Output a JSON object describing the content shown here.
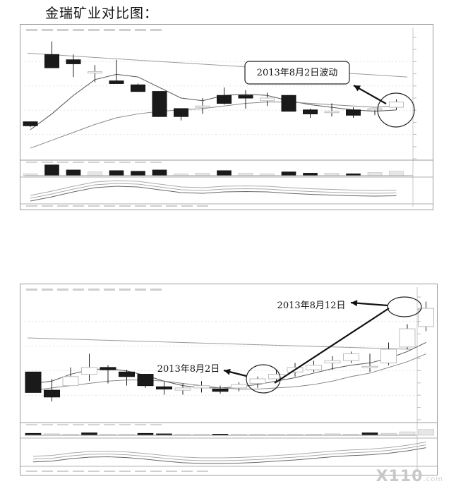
{
  "page": {
    "title": "金瑞矿业对比图："
  },
  "watermark": {
    "main": "X110",
    "sub": ".com"
  },
  "chart_data": [
    {
      "type": "candlestick",
      "price_range": [
        3.9,
        8.5
      ],
      "candles": [
        {
          "o": 5.3,
          "h": 5.3,
          "l": 5.1,
          "c": 5.15
        },
        {
          "o": 7.85,
          "h": 8.35,
          "l": 7.35,
          "c": 7.35
        },
        {
          "o": 7.65,
          "h": 7.85,
          "l": 7.0,
          "c": 7.5
        },
        {
          "o": 7.2,
          "h": 7.45,
          "l": 6.8,
          "c": 7.2
        },
        {
          "o": 6.85,
          "h": 7.65,
          "l": 6.75,
          "c": 6.75
        },
        {
          "o": 6.7,
          "h": 6.75,
          "l": 6.45,
          "c": 6.45
        },
        {
          "o": 6.45,
          "h": 6.45,
          "l": 5.5,
          "c": 5.5
        },
        {
          "o": 5.8,
          "h": 5.8,
          "l": 5.35,
          "c": 5.5
        },
        {
          "o": 5.9,
          "h": 6.2,
          "l": 5.6,
          "c": 5.9
        },
        {
          "o": 6.3,
          "h": 6.6,
          "l": 5.95,
          "c": 6.0
        },
        {
          "o": 6.3,
          "h": 6.5,
          "l": 5.8,
          "c": 6.2
        },
        {
          "o": 6.1,
          "h": 6.4,
          "l": 5.9,
          "c": 6.2
        },
        {
          "o": 6.3,
          "h": 6.3,
          "l": 5.7,
          "c": 5.7
        },
        {
          "o": 5.75,
          "h": 5.8,
          "l": 5.45,
          "c": 5.6
        },
        {
          "o": 5.7,
          "h": 6.0,
          "l": 5.5,
          "c": 5.7
        },
        {
          "o": 5.75,
          "h": 5.85,
          "l": 5.45,
          "c": 5.55
        },
        {
          "o": 5.75,
          "h": 5.8,
          "l": 5.55,
          "c": 5.8
        },
        {
          "o": 5.85,
          "h": 6.15,
          "l": 5.75,
          "c": 6.05
        }
      ],
      "moving_averages": [
        {
          "values": [
            5.0,
            5.6,
            6.3,
            6.9,
            7.1,
            7.0,
            6.6,
            6.2,
            6.1,
            6.3,
            6.35,
            6.3,
            6.1,
            5.95,
            5.85,
            5.75,
            5.7,
            5.75
          ]
        },
        {
          "values": [
            4.3,
            4.6,
            4.9,
            5.2,
            5.45,
            5.6,
            5.7,
            5.75,
            5.8,
            5.9,
            6.0,
            6.05,
            6.05,
            6.0,
            5.95,
            5.9,
            5.85,
            5.9
          ]
        }
      ],
      "trendline": {
        "from": 7.9,
        "to": 7.0
      },
      "volume": [
        0.15,
        0.85,
        0.45,
        0.3,
        0.4,
        0.35,
        0.45,
        0.15,
        0.2,
        0.4,
        0.2,
        0.15,
        0.3,
        0.2,
        0.2,
        0.15,
        0.25,
        0.35
      ],
      "volume_up": [
        true,
        false,
        false,
        true,
        false,
        false,
        false,
        true,
        true,
        false,
        true,
        true,
        false,
        false,
        true,
        false,
        true,
        true
      ],
      "annotations": [
        {
          "text": "2013年8月2日波动",
          "boxed": true
        }
      ]
    },
    {
      "type": "candlestick",
      "price_range": [
        4.0,
        9.4
      ],
      "candles": [
        {
          "o": 6.1,
          "h": 6.1,
          "l": 5.2,
          "c": 5.2
        },
        {
          "o": 5.3,
          "h": 5.8,
          "l": 4.8,
          "c": 5.0
        },
        {
          "o": 5.5,
          "h": 6.3,
          "l": 5.5,
          "c": 5.9
        },
        {
          "o": 6.0,
          "h": 6.9,
          "l": 5.7,
          "c": 6.3
        },
        {
          "o": 6.3,
          "h": 6.4,
          "l": 5.6,
          "c": 6.2
        },
        {
          "o": 6.1,
          "h": 6.2,
          "l": 5.5,
          "c": 5.9
        },
        {
          "o": 6.0,
          "h": 6.0,
          "l": 5.4,
          "c": 5.5
        },
        {
          "o": 5.45,
          "h": 5.7,
          "l": 5.1,
          "c": 5.35
        },
        {
          "o": 5.3,
          "h": 5.6,
          "l": 5.1,
          "c": 5.4
        },
        {
          "o": 5.4,
          "h": 5.7,
          "l": 5.2,
          "c": 5.5
        },
        {
          "o": 5.35,
          "h": 5.5,
          "l": 5.15,
          "c": 5.25
        },
        {
          "o": 5.4,
          "h": 5.65,
          "l": 5.25,
          "c": 5.55
        },
        {
          "o": 5.6,
          "h": 5.9,
          "l": 5.4,
          "c": 5.8
        },
        {
          "o": 5.8,
          "h": 6.2,
          "l": 5.7,
          "c": 6.0
        },
        {
          "o": 6.1,
          "h": 6.5,
          "l": 5.9,
          "c": 6.3
        },
        {
          "o": 6.2,
          "h": 6.6,
          "l": 6.1,
          "c": 6.4
        },
        {
          "o": 6.5,
          "h": 6.8,
          "l": 6.2,
          "c": 6.6
        },
        {
          "o": 6.6,
          "h": 7.0,
          "l": 6.5,
          "c": 6.9
        },
        {
          "o": 6.35,
          "h": 6.9,
          "l": 6.1,
          "c": 6.35
        },
        {
          "o": 6.5,
          "h": 7.4,
          "l": 6.4,
          "c": 7.1
        },
        {
          "o": 7.2,
          "h": 8.2,
          "l": 7.1,
          "c": 8.0
        },
        {
          "o": 8.1,
          "h": 9.2,
          "l": 7.9,
          "c": 8.9
        }
      ],
      "moving_averages": [
        {
          "values": [
            5.6,
            5.7,
            6.0,
            6.2,
            6.25,
            6.15,
            5.95,
            5.7,
            5.5,
            5.4,
            5.4,
            5.45,
            5.55,
            5.7,
            5.85,
            6.05,
            6.25,
            6.4,
            6.5,
            6.7,
            7.0,
            7.4
          ]
        },
        {
          "values": [
            5.3,
            5.4,
            5.5,
            5.6,
            5.7,
            5.75,
            5.75,
            5.7,
            5.6,
            5.5,
            5.4,
            5.35,
            5.35,
            5.4,
            5.45,
            5.55,
            5.7,
            5.9,
            6.05,
            6.3,
            6.55,
            6.9
          ]
        }
      ],
      "trendline": {
        "from": 7.6,
        "to": 7.1
      },
      "volume": [
        0.2,
        0.15,
        0.1,
        0.25,
        0.1,
        0.1,
        0.2,
        0.15,
        0.1,
        0.1,
        0.12,
        0.1,
        0.1,
        0.1,
        0.1,
        0.12,
        0.15,
        0.12,
        0.25,
        0.2,
        0.35,
        0.6
      ],
      "volume_up": [
        false,
        true,
        true,
        false,
        true,
        true,
        false,
        false,
        true,
        true,
        false,
        true,
        true,
        true,
        true,
        true,
        true,
        true,
        false,
        true,
        true,
        true
      ],
      "annotations": [
        {
          "text": "2013年8月2日",
          "boxed": false
        },
        {
          "text": "2013年8月12日",
          "boxed": false
        }
      ]
    }
  ]
}
